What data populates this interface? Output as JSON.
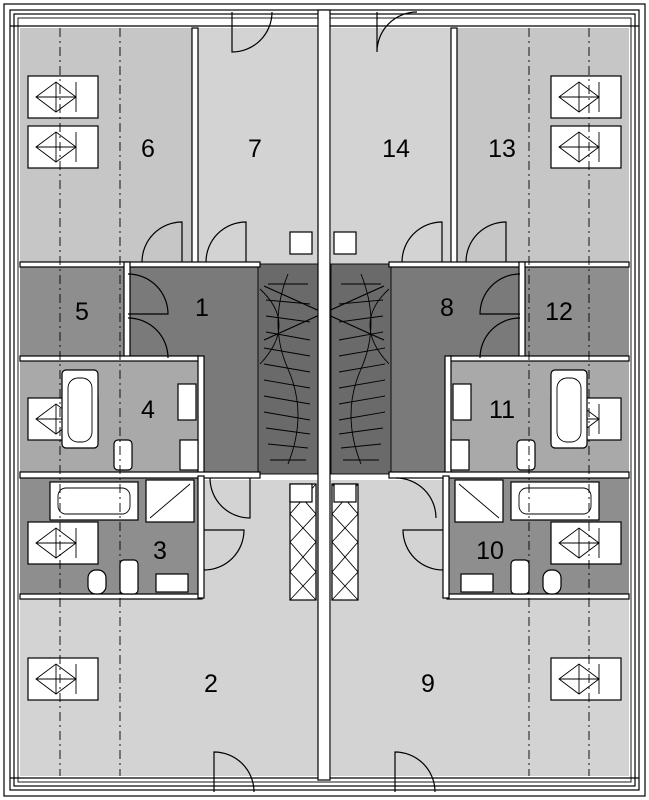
{
  "floor_plan": {
    "rooms": [
      {
        "id": "room-1",
        "label": "1",
        "zone": "hall",
        "fill": "#7a7a7a"
      },
      {
        "id": "room-2",
        "label": "2",
        "zone": "living",
        "fill": "#d3d3d3"
      },
      {
        "id": "room-3",
        "label": "3",
        "zone": "bath",
        "fill": "#8e8e8e"
      },
      {
        "id": "room-4",
        "label": "4",
        "zone": "bath",
        "fill": "#a9a9a9"
      },
      {
        "id": "room-5",
        "label": "5",
        "zone": "storage",
        "fill": "#8e8e8e"
      },
      {
        "id": "room-6",
        "label": "6",
        "zone": "bedroom",
        "fill": "#c6c6c6"
      },
      {
        "id": "room-7",
        "label": "7",
        "zone": "bedroom",
        "fill": "#d3d3d3"
      },
      {
        "id": "room-8",
        "label": "8",
        "zone": "hall",
        "fill": "#7a7a7a"
      },
      {
        "id": "room-9",
        "label": "9",
        "zone": "living",
        "fill": "#d3d3d3"
      },
      {
        "id": "room-10",
        "label": "10",
        "zone": "bath",
        "fill": "#8e8e8e"
      },
      {
        "id": "room-11",
        "label": "11",
        "zone": "bath",
        "fill": "#a9a9a9"
      },
      {
        "id": "room-12",
        "label": "12",
        "zone": "storage",
        "fill": "#8e8e8e"
      },
      {
        "id": "room-13",
        "label": "13",
        "zone": "bedroom",
        "fill": "#c6c6c6"
      },
      {
        "id": "room-14",
        "label": "14",
        "zone": "bedroom",
        "fill": "#d3d3d3"
      }
    ],
    "colors": {
      "wall": "#ffffff",
      "outline": "#000000",
      "stair": "#636363",
      "background": "#ffffff"
    }
  }
}
